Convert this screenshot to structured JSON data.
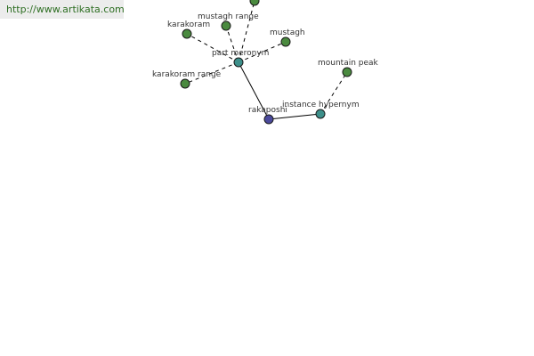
{
  "banner": {
    "url_text": "http://www.artikata.com"
  },
  "colors": {
    "word_node": "#4a8a3f",
    "relation_node": "#3d8f8a",
    "focus_node": "#4b4a9c",
    "edge": "#000000"
  },
  "graph": {
    "nodes": [
      {
        "id": "rakaposhi",
        "label": "rakaposhi",
        "kind": "focus"
      },
      {
        "id": "part-meronym",
        "label": "part meronym",
        "kind": "relation"
      },
      {
        "id": "instance-hypernym",
        "label": "instance hypernym",
        "kind": "relation"
      },
      {
        "id": "karakoram",
        "label": "karakoram",
        "kind": "word"
      },
      {
        "id": "mustagh-range",
        "label": "mustagh range",
        "kind": "word"
      },
      {
        "id": "mustagh",
        "label": "mustagh",
        "kind": "word"
      },
      {
        "id": "karakoram-range",
        "label": "karakoram range",
        "kind": "word"
      },
      {
        "id": "offscreen-word",
        "label": "",
        "kind": "word"
      },
      {
        "id": "mountain-peak",
        "label": "mountain peak",
        "kind": "word"
      }
    ],
    "edges": [
      {
        "from": "rakaposhi",
        "to": "part-meronym",
        "style": "solid"
      },
      {
        "from": "rakaposhi",
        "to": "instance-hypernym",
        "style": "solid"
      },
      {
        "from": "part-meronym",
        "to": "karakoram",
        "style": "dashed"
      },
      {
        "from": "part-meronym",
        "to": "mustagh-range",
        "style": "dashed"
      },
      {
        "from": "part-meronym",
        "to": "mustagh",
        "style": "dashed"
      },
      {
        "from": "part-meronym",
        "to": "karakoram-range",
        "style": "dashed"
      },
      {
        "from": "part-meronym",
        "to": "offscreen-word",
        "style": "dashed"
      },
      {
        "from": "instance-hypernym",
        "to": "mountain-peak",
        "style": "dashed"
      }
    ]
  }
}
